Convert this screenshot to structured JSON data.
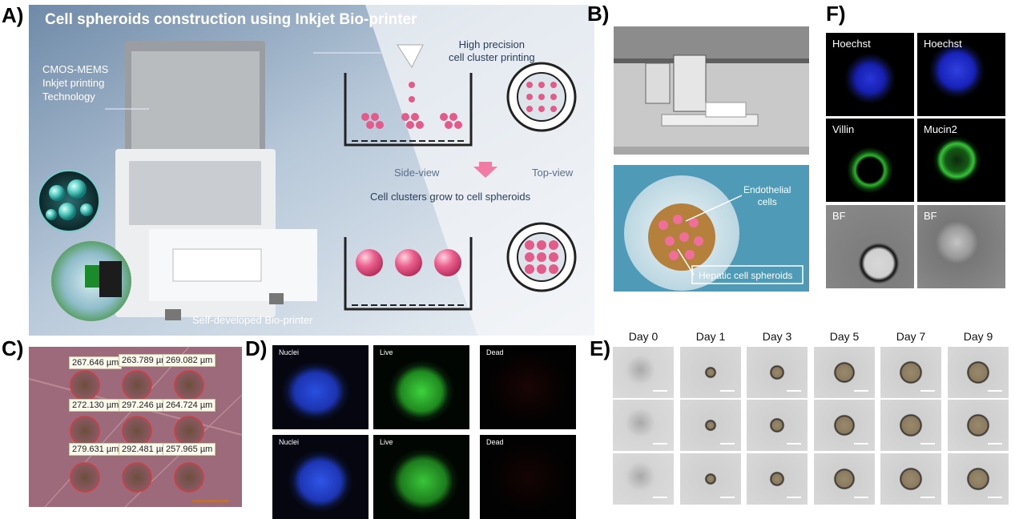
{
  "panels": {
    "a": {
      "label": "A)",
      "title": "Cell spheroids construction using Inkjet Bio-printer",
      "cmos_label": "CMOS-MEMS\nInkjet printing\nTechnology",
      "high_precision": "High precision\ncell cluster printing",
      "side_view": "Side-view",
      "top_view": "Top-view",
      "grow": "Cell clusters grow to cell spheroids",
      "self_developed": "Self-developed Bio-printer"
    },
    "b": {
      "label": "B)",
      "endothelial": "Endothelial\ncells",
      "hepatic": "Hepatic cell spheroids"
    },
    "c": {
      "label": "C)",
      "measurements": [
        "267.646 µm",
        "263.789 µm",
        "269.082 µm",
        "272.130 µm",
        "297.246 µm",
        "264.724 µm",
        "279.631 µm",
        "292.481 µm",
        "257.965 µm"
      ]
    },
    "d": {
      "label": "D)",
      "tiles": [
        "Nuclei",
        "Live",
        "Dead",
        "Nuclei",
        "Live",
        "Dead"
      ]
    },
    "e": {
      "label": "E)",
      "days": [
        "Day 0",
        "Day 1",
        "Day 3",
        "Day 5",
        "Day 7",
        "Day 9"
      ]
    },
    "f": {
      "label": "F)",
      "tiles": [
        "Hoechst",
        "Hoechst",
        "Villin",
        "Mucin2",
        "BF",
        "BF"
      ]
    }
  }
}
